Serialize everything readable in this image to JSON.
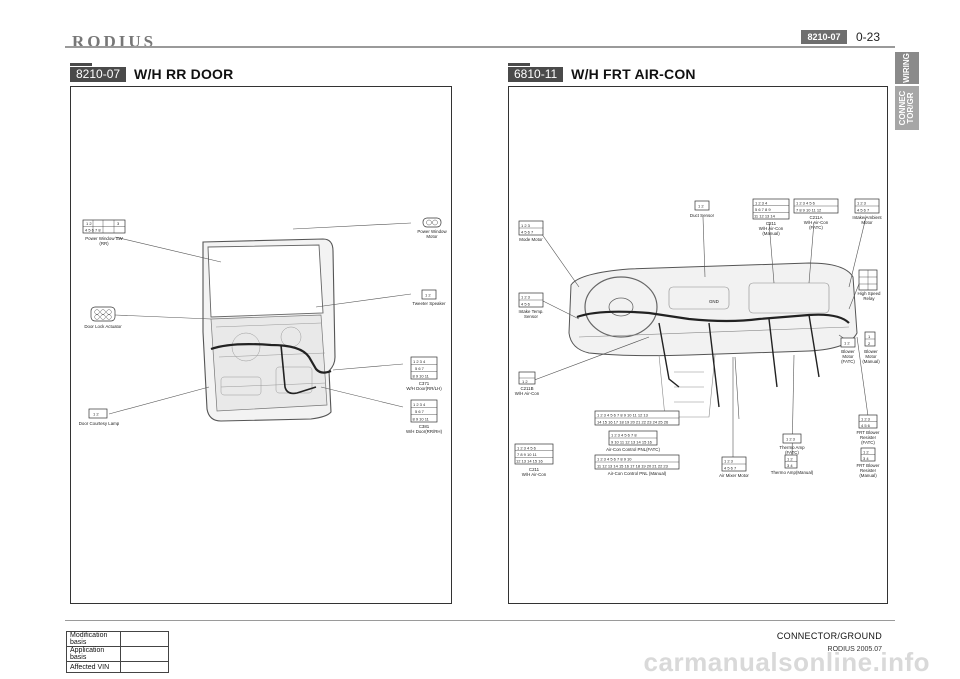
{
  "header": {
    "brand": "RODIUS",
    "code_chip": "8210-07",
    "page_number": "0-23"
  },
  "side_tabs": {
    "wiring": "WIRING",
    "connector": "CONNEC\nTOR/GR"
  },
  "left_section": {
    "code": "8210-07",
    "title": "W/H RR DOOR",
    "labels": {
      "pw_switch": "Power Window SW\n(RR)",
      "door_lock": "Door Lock Actuator",
      "courtesy": "Door Courtesy Lamp",
      "pw_motor": "Power Window\nMotor",
      "tweeter": "Tweeter Speaker",
      "c371": "C371\nW/H Door(RR/LH)",
      "c381": "C381\nW/H Door(RR/RH)"
    }
  },
  "right_section": {
    "code": "6810-11",
    "title": "W/H FRT AIR-CON",
    "labels": {
      "mode_motor": "Mode Motor",
      "duct_sensor": "Duct Sensor",
      "c211": "C211\nW/H Air-Con\n(Manual)",
      "c211a": "C211A\nW/H Air-Con\n(FATC)",
      "intake_ambient": "Intake/Ambient\nMotor",
      "high_speed_relay": "High Speed\nRelay",
      "intake_temp": "Intake Temp.\nSensor",
      "gnd": "GND",
      "c211b": "C211B\nW/H Air-Con",
      "blower_fatc": "Blower\nMotor\n(FATC)",
      "blower_manual": "Blower\nMotor\n(Manual)",
      "panel_fatc": "Air-Con Control PNL(FATC)",
      "panel_manual": "Air-Con Control PNL (Manual)",
      "c211_bottom": "C211\nW/H Air-Con",
      "thermo_fatc": "Thermo Amp\n(FATC)",
      "thermo_manual": "Thermo Amp(Manual)",
      "air_mixer": "Air Mixer Motor",
      "resistor_fatc": "FRT Blower\nResister\n(FATC)",
      "resistor_manual": "FRT Blower\nResister\n(Manual)"
    }
  },
  "modification_table": {
    "rows": [
      "Modification basis",
      "Application basis",
      "Affected VIN"
    ]
  },
  "footer": {
    "section": "CONNECTOR/GROUND",
    "edition": "RODIUS 2005.07",
    "watermark": "carmanualsonline.info"
  }
}
